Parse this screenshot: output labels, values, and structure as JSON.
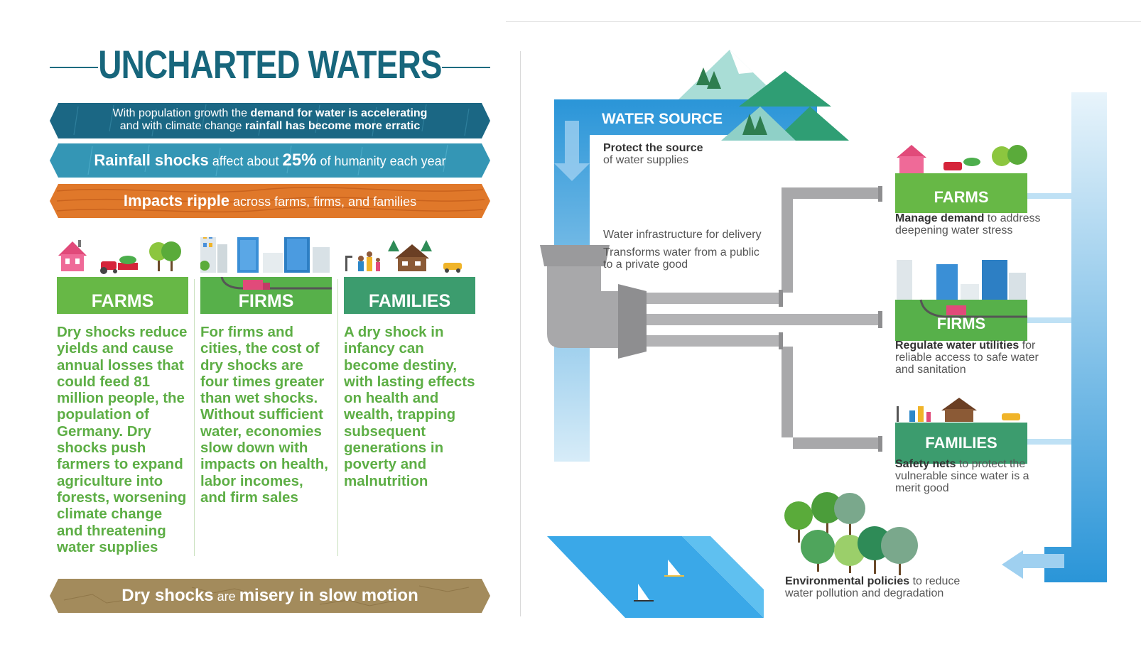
{
  "title": "UNCHARTED WATERS",
  "banners": {
    "b1": {
      "pre": "With population growth the ",
      "bold1": "demand for water is accelerating",
      "mid": "and with climate change ",
      "bold2": "rainfall has become more erratic"
    },
    "b2": {
      "bold": "Rainfall shocks",
      "mid": " affect about ",
      "pct": "25%",
      "post": " of humanity each year"
    },
    "b3": {
      "bold": "Impacts ripple",
      "post": " across farms, firms, and families"
    },
    "b4": {
      "bold1": "Dry shocks",
      "mid": " are ",
      "bold2": "misery in slow motion"
    }
  },
  "columns": [
    {
      "label": "FARMS",
      "body": "Dry shocks reduce yields and cause annual losses that could feed 81 million people, the population of Germany. Dry shocks push farmers to expand agriculture into forests, worsening climate change and threatening water supplies"
    },
    {
      "label": "FIRMS",
      "body": "For firms and cities, the cost of dry shocks are four times greater than wet shocks. Without sufficient water, economies slow down with impacts on health, labor incomes, and firm sales"
    },
    {
      "label": "FAMILIES",
      "body": "A dry shock in infancy can become destiny, with lasting effects on health and wealth, trapping subsequent generations in poverty and malnutrition"
    }
  ],
  "diagram": {
    "water_source": "WATER SOURCE",
    "source_bold": "Protect the source",
    "source_rest": "of water supplies",
    "infra_line1": "Water infrastructure for delivery",
    "infra_line2a": "Transforms water from a public",
    "infra_line2b": "to a private good",
    "farms": {
      "label": "FARMS",
      "bold": "Manage demand",
      "rest1": " to address",
      "rest2": "deepening water stress"
    },
    "firms": {
      "label": "FIRMS",
      "bold": "Regulate water utilities",
      "rest1": " for",
      "rest2": "reliable access to safe water",
      "rest3": "and sanitation"
    },
    "families": {
      "label": "FAMILIES",
      "bold": "Safety nets",
      "rest1": " to protect the",
      "rest2": "vulnerable since water is a",
      "rest3": "merit good"
    },
    "env": {
      "bold": "Environmental policies",
      "rest1": " to reduce",
      "rest2": "water pollution and degradation"
    }
  },
  "colors": {
    "title": "#17667c",
    "farms": "#67b846",
    "firms": "#57b04a",
    "families": "#3c9c6e",
    "body": "#5dae45",
    "water": "#2b9fe0",
    "pipe": "#a0a0a2"
  }
}
